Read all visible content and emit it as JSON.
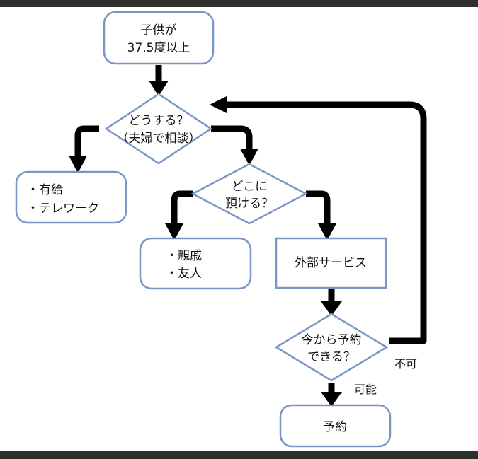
{
  "diagram": {
    "nodes": {
      "start": {
        "lines": [
          "子供が",
          "37.5度以上"
        ]
      },
      "decide": {
        "lines": [
          "どうする？",
          "（夫婦で相談）"
        ]
      },
      "leave": {
        "lines": [
          "・有給",
          "・テレワーク"
        ]
      },
      "where": {
        "lines": [
          "どこに",
          "預ける？"
        ]
      },
      "family": {
        "lines": [
          "・親戚",
          "・友人"
        ]
      },
      "service": {
        "lines": [
          "外部サービス"
        ]
      },
      "canbook": {
        "lines": [
          "今から予約",
          "できる？"
        ]
      },
      "book": {
        "lines": [
          "予約"
        ]
      }
    },
    "edge_labels": {
      "no": "不可",
      "yes": "可能"
    },
    "colors": {
      "node_border": "#7a96c4",
      "arrow": "#000000",
      "background": "#ffffff",
      "frame": "#2f2f2f"
    }
  }
}
